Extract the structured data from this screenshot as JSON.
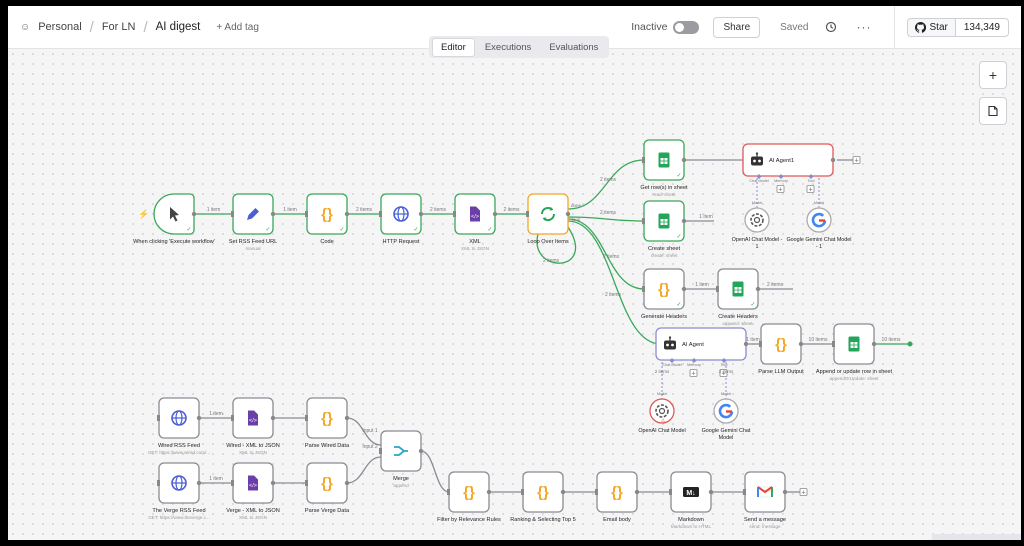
{
  "breadcrumb": {
    "personal": "Personal",
    "folder": "For LN",
    "workflow": "AI digest",
    "add_tag": "+ Add tag"
  },
  "header": {
    "status": "Inactive",
    "share": "Share",
    "saved": "Saved",
    "more": "···",
    "star": "Star",
    "stars": "134,349"
  },
  "tabs": [
    "Editor",
    "Executions",
    "Evaluations"
  ],
  "canvas_buttons": {
    "zoom_in": "+",
    "sticky": "▢"
  },
  "colors": {
    "success": "#3aa85a",
    "error": "#e05858",
    "accent_orange": "#f5a623",
    "connector": "#8a8a93"
  },
  "nodes": [
    {
      "id": "trigger",
      "name": "When clicking 'Execute workflow'",
      "icon": "cursor-icon"
    },
    {
      "id": "rss_url",
      "name": "Set RSS Feed URL",
      "sub": "manual",
      "icon": "pencil-icon"
    },
    {
      "id": "code",
      "name": "Code",
      "icon": "braces-icon"
    },
    {
      "id": "http",
      "name": "HTTP Request",
      "icon": "globe-icon"
    },
    {
      "id": "xml",
      "name": "XML",
      "sub": "XML to JSON",
      "icon": "xml-icon"
    },
    {
      "id": "loop",
      "name": "Loop Over Items",
      "icon": "loop-icon"
    },
    {
      "id": "getrows",
      "name": "Get row(s) in sheet",
      "sub": "read: sheet",
      "icon": "sheets-icon"
    },
    {
      "id": "createsheet",
      "name": "Create sheet",
      "sub": "create: sheet",
      "icon": "sheets-icon"
    },
    {
      "id": "genheaders",
      "name": "Generate Headers",
      "icon": "braces-icon"
    },
    {
      "id": "createheaders",
      "name": "Create Headers",
      "sub": "append: sheet",
      "icon": "sheets-icon"
    },
    {
      "id": "aiagent1",
      "name": "AI Agent1",
      "icon": "robot-icon"
    },
    {
      "id": "openai1",
      "name": "OpenAI Chat Model - 1",
      "icon": "openai-icon"
    },
    {
      "id": "gemini1",
      "name": "Google Gemini Chat Model - 1",
      "icon": "google-icon"
    },
    {
      "id": "aiagent",
      "name": "AI Agent",
      "icon": "robot-icon"
    },
    {
      "id": "parsellm",
      "name": "Parse LLM Output",
      "icon": "braces-icon"
    },
    {
      "id": "appendrow",
      "name": "Append or update row in sheet",
      "sub": "appendOrUpdate: sheet",
      "icon": "sheets-icon"
    },
    {
      "id": "openai",
      "name": "OpenAI Chat Model",
      "icon": "openai-icon"
    },
    {
      "id": "gemini",
      "name": "Google Gemini Chat Model",
      "icon": "google-icon"
    },
    {
      "id": "wiredrss",
      "name": "Wired RSS Feed",
      "sub": "GET: https://www.wired.com/...",
      "icon": "globe-icon"
    },
    {
      "id": "wiredxml",
      "name": "Wired - XML to JSON",
      "sub": "XML to JSON",
      "icon": "xml-icon"
    },
    {
      "id": "parsewired",
      "name": "Parse Wired Data",
      "icon": "braces-icon"
    },
    {
      "id": "vergerss",
      "name": "The Verge RSS Feed",
      "sub": "GET: https://www.theverge.c...",
      "icon": "globe-icon"
    },
    {
      "id": "vergexml",
      "name": "Verge - XML to JSON",
      "sub": "XML to JSON",
      "icon": "xml-icon"
    },
    {
      "id": "parseverge",
      "name": "Parse Verge Data",
      "icon": "braces-icon"
    },
    {
      "id": "merge",
      "name": "Merge",
      "sub": "append",
      "icon": "merge-icon"
    },
    {
      "id": "filter",
      "name": "Filter by Relevance Rules",
      "icon": "braces-icon"
    },
    {
      "id": "ranking",
      "name": "Ranking & Selecting Top 5",
      "icon": "braces-icon"
    },
    {
      "id": "emailbody",
      "name": "Email body",
      "icon": "braces-icon"
    },
    {
      "id": "markdown",
      "name": "Markdown",
      "sub": "Markdown to HTML",
      "icon": "markdown-icon"
    },
    {
      "id": "sendmsg",
      "name": "Send a message",
      "sub": "send: message",
      "icon": "gmail-icon"
    }
  ],
  "edge_labels": {
    "one_item": "1 item",
    "two_items": "2 items",
    "ten_items": "10 items",
    "done": "done",
    "loop": "loop",
    "input1": "Input 1",
    "input2": "Input 2"
  },
  "agent_ports": {
    "chat_model": "Chat Model",
    "memory": "Memory",
    "tool": "Tool",
    "model": "Model"
  }
}
